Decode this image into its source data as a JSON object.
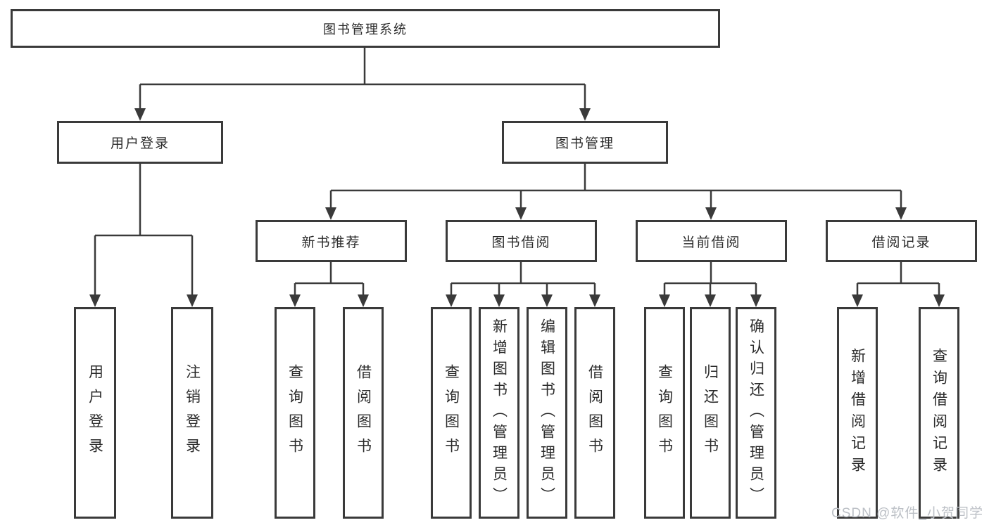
{
  "watermark": "CSDN @软件_小贺同学",
  "colors": {
    "line": "#3a3a3a",
    "box_border": "#3a3a3a",
    "text": "#2b2b2b",
    "watermark": "#bcc0c6",
    "background": "#ffffff"
  },
  "tree": {
    "root": {
      "label": "图书管理系统"
    },
    "branches": [
      {
        "label": "用户登录",
        "leaves": [
          {
            "label": "用户登录"
          },
          {
            "label": "注销登录"
          }
        ]
      },
      {
        "label": "图书管理",
        "groups": [
          {
            "label": "新书推荐",
            "leaves": [
              {
                "label": "查询图书"
              },
              {
                "label": "借阅图书"
              }
            ]
          },
          {
            "label": "图书借阅",
            "leaves": [
              {
                "label": "查询图书"
              },
              {
                "label": "新增图书（管理员）"
              },
              {
                "label": "编辑图书（管理员）"
              },
              {
                "label": "借阅图书"
              }
            ]
          },
          {
            "label": "当前借阅",
            "leaves": [
              {
                "label": "查询图书"
              },
              {
                "label": "归还图书"
              },
              {
                "label": "确认归还（管理员）"
              }
            ]
          },
          {
            "label": "借阅记录",
            "leaves": [
              {
                "label": "新增借阅记录"
              },
              {
                "label": "查询借阅记录"
              }
            ]
          }
        ]
      }
    ]
  }
}
